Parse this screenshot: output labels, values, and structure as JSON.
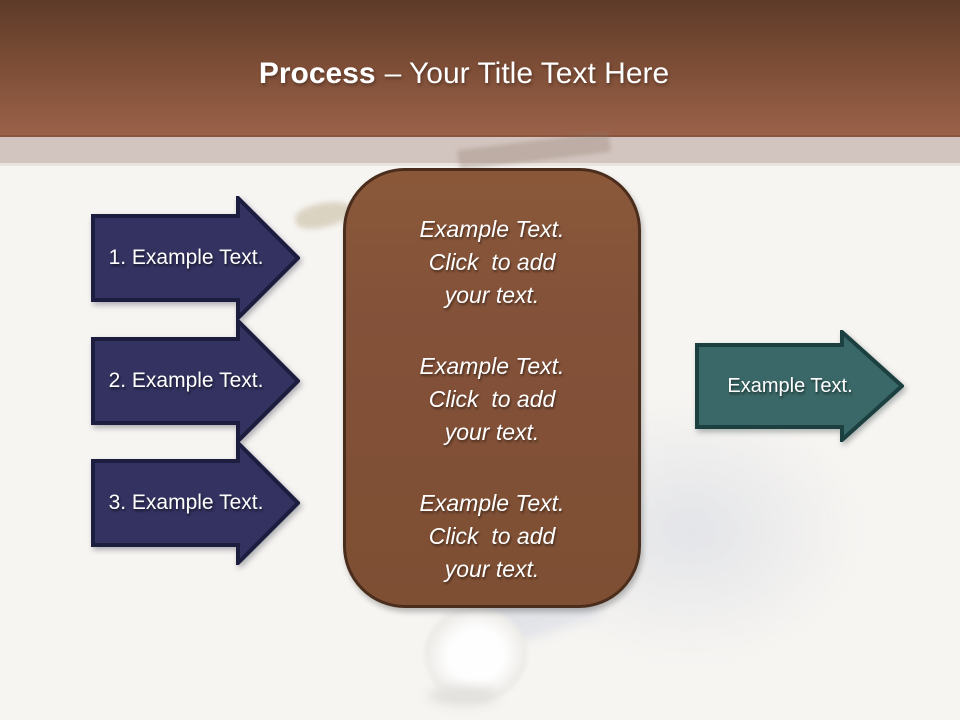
{
  "header": {
    "title_bold": "Process",
    "title_regular": "– Your Title Text Here"
  },
  "steps": [
    {
      "label": "1. Example Text."
    },
    {
      "label": "2. Example Text."
    },
    {
      "label": "3. Example Text."
    }
  ],
  "panel": {
    "paragraphs": [
      "Example Text.\nClick  to add\nyour text.",
      "Example Text.\nClick  to add\nyour text.",
      "Example Text.\nClick  to add\nyour text."
    ]
  },
  "output_arrow": {
    "label": "Example Text."
  },
  "colors": {
    "background": "#f7f5f2",
    "header_top": "#5c3b28",
    "header_bottom": "#9a6149",
    "band": "#d2c4be",
    "step_arrow_fill": "#333260",
    "step_arrow_border": "#1d1d40",
    "panel_fill": "#835139",
    "panel_border": "#4a2d1c",
    "output_arrow_fill": "#3a6767",
    "output_arrow_border": "#1c4040",
    "text": "#ffffff"
  }
}
